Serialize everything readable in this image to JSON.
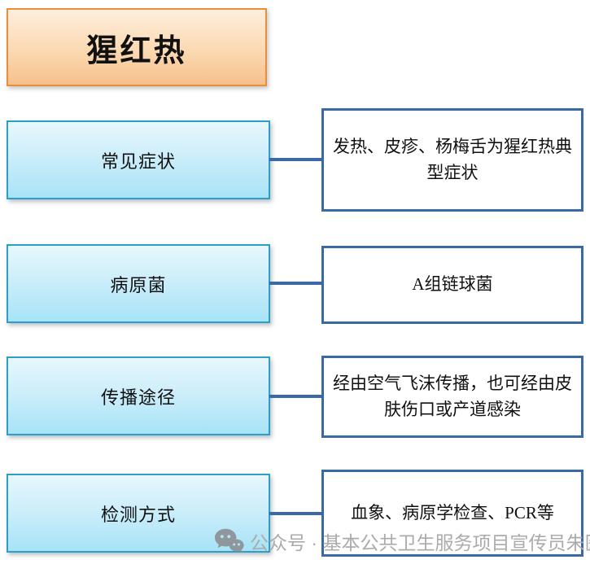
{
  "title": "猩红热",
  "rows": [
    {
      "label": "常见症状",
      "detail": "发热、皮疹、杨梅舌为猩红热典型症状"
    },
    {
      "label": "病原菌",
      "detail": "A组链球菌"
    },
    {
      "label": "传播途径",
      "detail": "经由空气飞沫传播，也可经由皮肤伤口或产道感染"
    },
    {
      "label": "检测方式",
      "detail": "血象、病原学检查、PCR等"
    }
  ],
  "watermark": {
    "icon": "wechat-icon",
    "text": "公众号 · 基本公共卫生服务项目宣传员朱医"
  },
  "colors": {
    "title_border": "#e78f3d",
    "title_fill_top": "#fdeedd",
    "title_fill_bottom": "#f7c08c",
    "label_border": "#2d9ec8",
    "label_fill_top": "#e7f7fd",
    "label_fill_bottom": "#a7e3f7",
    "detail_border": "#3a6aa4",
    "connector": "#3a6aa4",
    "watermark_gray": "#ababab",
    "text": "#111111"
  }
}
